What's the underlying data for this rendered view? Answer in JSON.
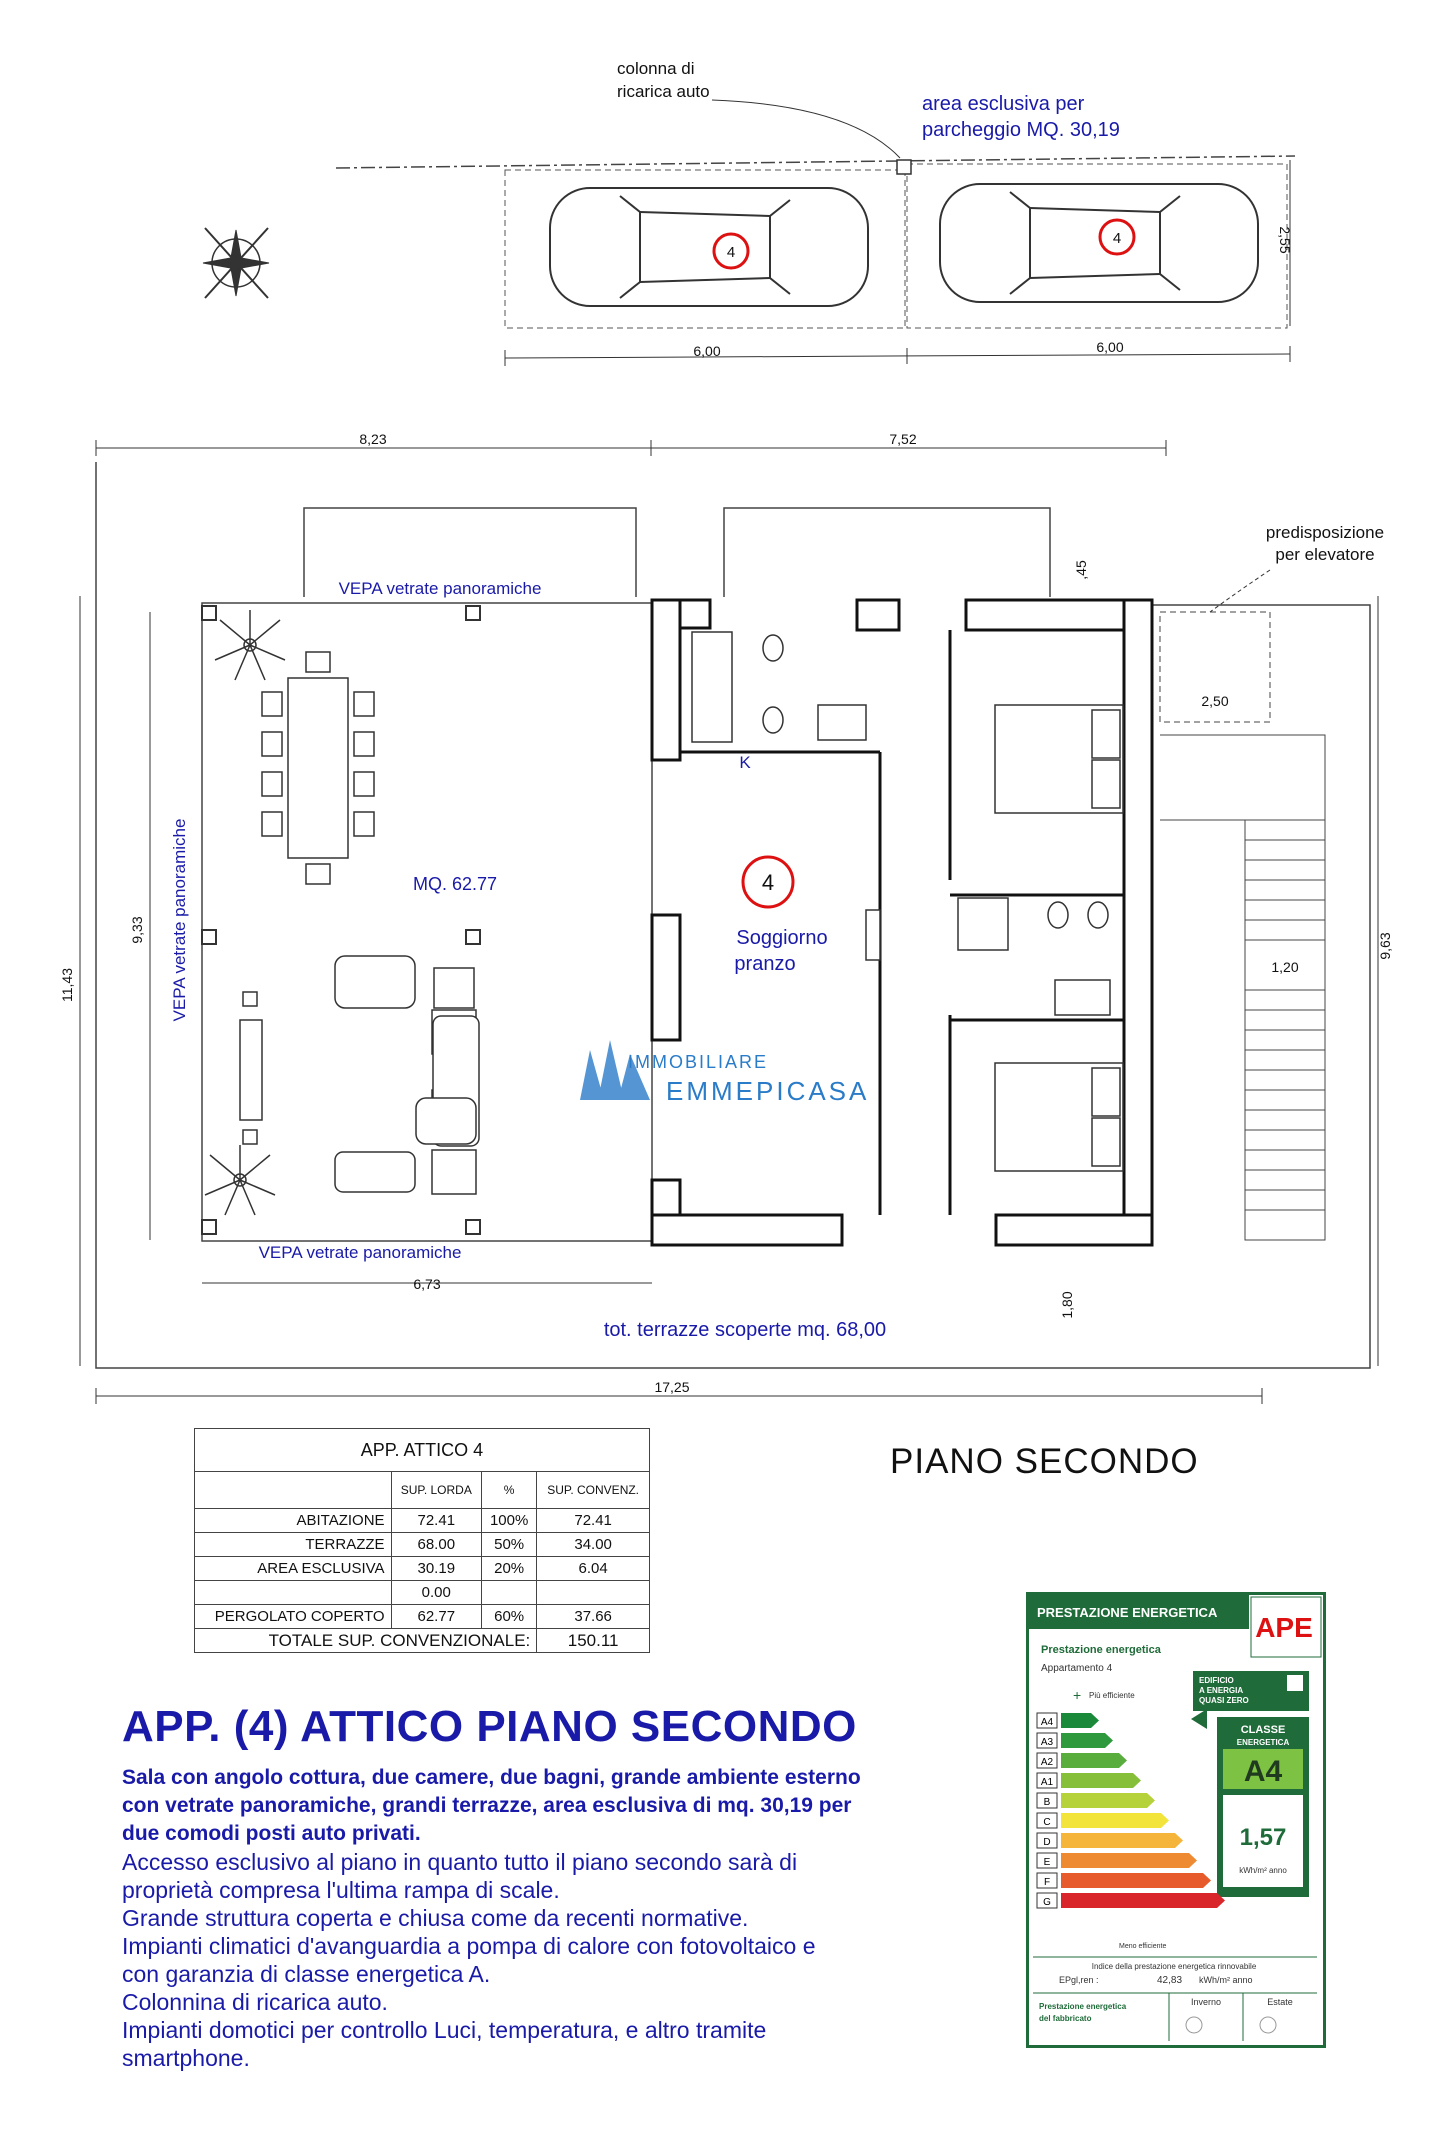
{
  "parking": {
    "charging_label_1": "colonna di",
    "charging_label_2": "ricarica auto",
    "area_label_1": "area esclusiva per",
    "area_label_2": "parcheggio MQ. 30,19",
    "spot_number": "4",
    "dim_width": "6,00",
    "dim_depth": "2,55"
  },
  "plan": {
    "dim_top_left": "8,23",
    "dim_top_right": "7,52",
    "dim_left_total": "11,43",
    "dim_inner_height": "9,33",
    "dim_right": "9,63",
    "dim_bottom_inner": "6,73",
    "dim_bottom_total": "17,25",
    "dim_elevator": "2,50",
    "dim_stair": "1,20",
    "dim_balcony": ",45",
    "dim_terrace": "1,80",
    "vepa_top": "VEPA vetrate panoramiche",
    "vepa_left": "VEPA vetrate panoramiche",
    "vepa_bottom": "VEPA vetrate panoramiche",
    "area_mq": "MQ. 62.77",
    "elevator_1": "predisposizione",
    "elevator_2": "per elevatore",
    "kitchen_k": "K",
    "unit_number": "4",
    "living_1": "Soggiorno",
    "living_2": "pranzo",
    "terrace_total": "tot. terrazze scoperte mq. 68,00",
    "watermark_1": "IMMOBILIARE",
    "watermark_2": "EMMEPICASA"
  },
  "table": {
    "title": "APP. ATTICO 4",
    "headers": {
      "lorda": "SUP. LORDA",
      "pct": "%",
      "convenz": "SUP. CONVENZ."
    },
    "rows": [
      {
        "label": "ABITAZIONE",
        "lorda": "72.41",
        "pct": "100%",
        "conv": "72.41"
      },
      {
        "label": "TERRAZZE",
        "lorda": "68.00",
        "pct": "50%",
        "conv": "34.00"
      },
      {
        "label": "AREA ESCLUSIVA",
        "lorda": "30.19",
        "pct": "20%",
        "conv": "6.04"
      },
      {
        "label": "",
        "lorda": "0.00",
        "pct": "",
        "conv": ""
      },
      {
        "label": "PERGOLATO COPERTO",
        "lorda": "62.77",
        "pct": "60%",
        "conv": "37.66"
      }
    ],
    "total_label": "TOTALE SUP. CONVENZIONALE:",
    "total_value": "150.11"
  },
  "piano_title": "PIANO SECONDO",
  "description": {
    "title": "APP. (4) ATTICO PIANO SECONDO",
    "bold_lines": [
      "Sala con angolo cottura, due camere, due bagni, grande ambiente esterno",
      "con vetrate panoramiche, grandi terrazze, area esclusiva di mq. 30,19 per",
      "due comodi posti auto privati."
    ],
    "body_lines": [
      "Accesso esclusivo al piano in quanto tutto il piano secondo sarà di",
      "proprietà compresa l'ultima rampa di scale.",
      "Grande struttura coperta e chiusa come da recenti normative.",
      "Impianti climatici d'avanguardia a pompa di calore con fotovoltaico e",
      "con garanzia di classe energetica A.",
      "Colonnina di ricarica auto.",
      "Impianti domotici per controllo Luci, temperatura, e altro tramite",
      "smartphone."
    ]
  },
  "energy": {
    "header": "PRESTAZIONE ENERGETICA",
    "logo": "APE",
    "subtitle": "Prestazione energetica",
    "unit": "Appartamento 4",
    "more_eff": "Più efficiente",
    "less_eff": "Meno efficiente",
    "nzeb_1": "EDIFICIO",
    "nzeb_2": "A ENERGIA",
    "nzeb_3": "QUASI ZERO",
    "class_label_1": "CLASSE",
    "class_label_2": "ENERGETICA",
    "class_value": "A4",
    "index_value": "1,57",
    "index_unit": "kWh/m² anno",
    "classes": [
      "A4",
      "A3",
      "A2",
      "A1",
      "B",
      "C",
      "D",
      "E",
      "F",
      "G"
    ],
    "class_colors": [
      "#1a8a3a",
      "#2f9a3d",
      "#58ad3c",
      "#86c03b",
      "#b6d23a",
      "#f2e43b",
      "#f4b53a",
      "#ee8a32",
      "#e65a2c",
      "#d9262b"
    ],
    "renew_title": "Indice della prestazione energetica rinnovabile",
    "renew_label": "EPgl,ren :",
    "renew_value": "42,83",
    "renew_unit": "kWh/m² anno",
    "footer_1": "Prestazione energetica",
    "footer_2": "del fabbricato",
    "winter": "Inverno",
    "summer": "Estate"
  }
}
